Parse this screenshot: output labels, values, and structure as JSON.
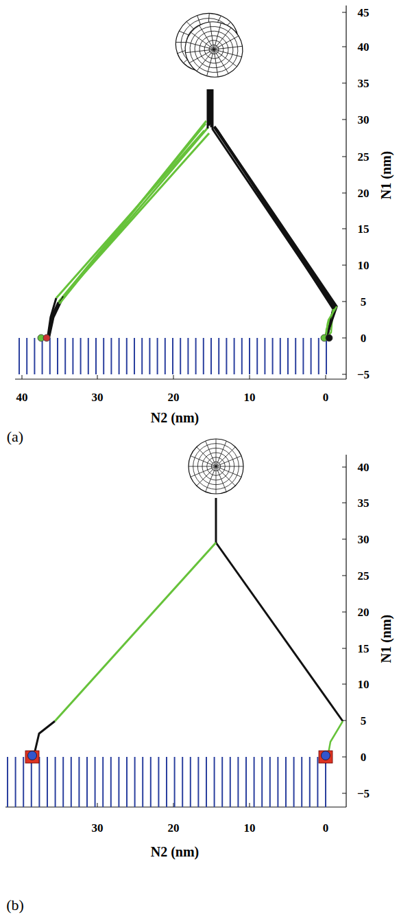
{
  "diagram": {
    "labels": [
      "45",
      "40",
      "35",
      "30",
      "25",
      "20",
      "15",
      "10",
      "5",
      "0",
      "−5",
      "N1 (nm)",
      "40",
      "30",
      "20",
      "10",
      "0",
      "N2 (nm)",
      "(a)",
      "40",
      "35",
      "30",
      "25",
      "20",
      "15",
      "10",
      "5",
      "0",
      "−5",
      "N1 (nm)",
      "30",
      "20",
      "10",
      "0",
      "N2 (nm)",
      "(b)"
    ]
  }
}
